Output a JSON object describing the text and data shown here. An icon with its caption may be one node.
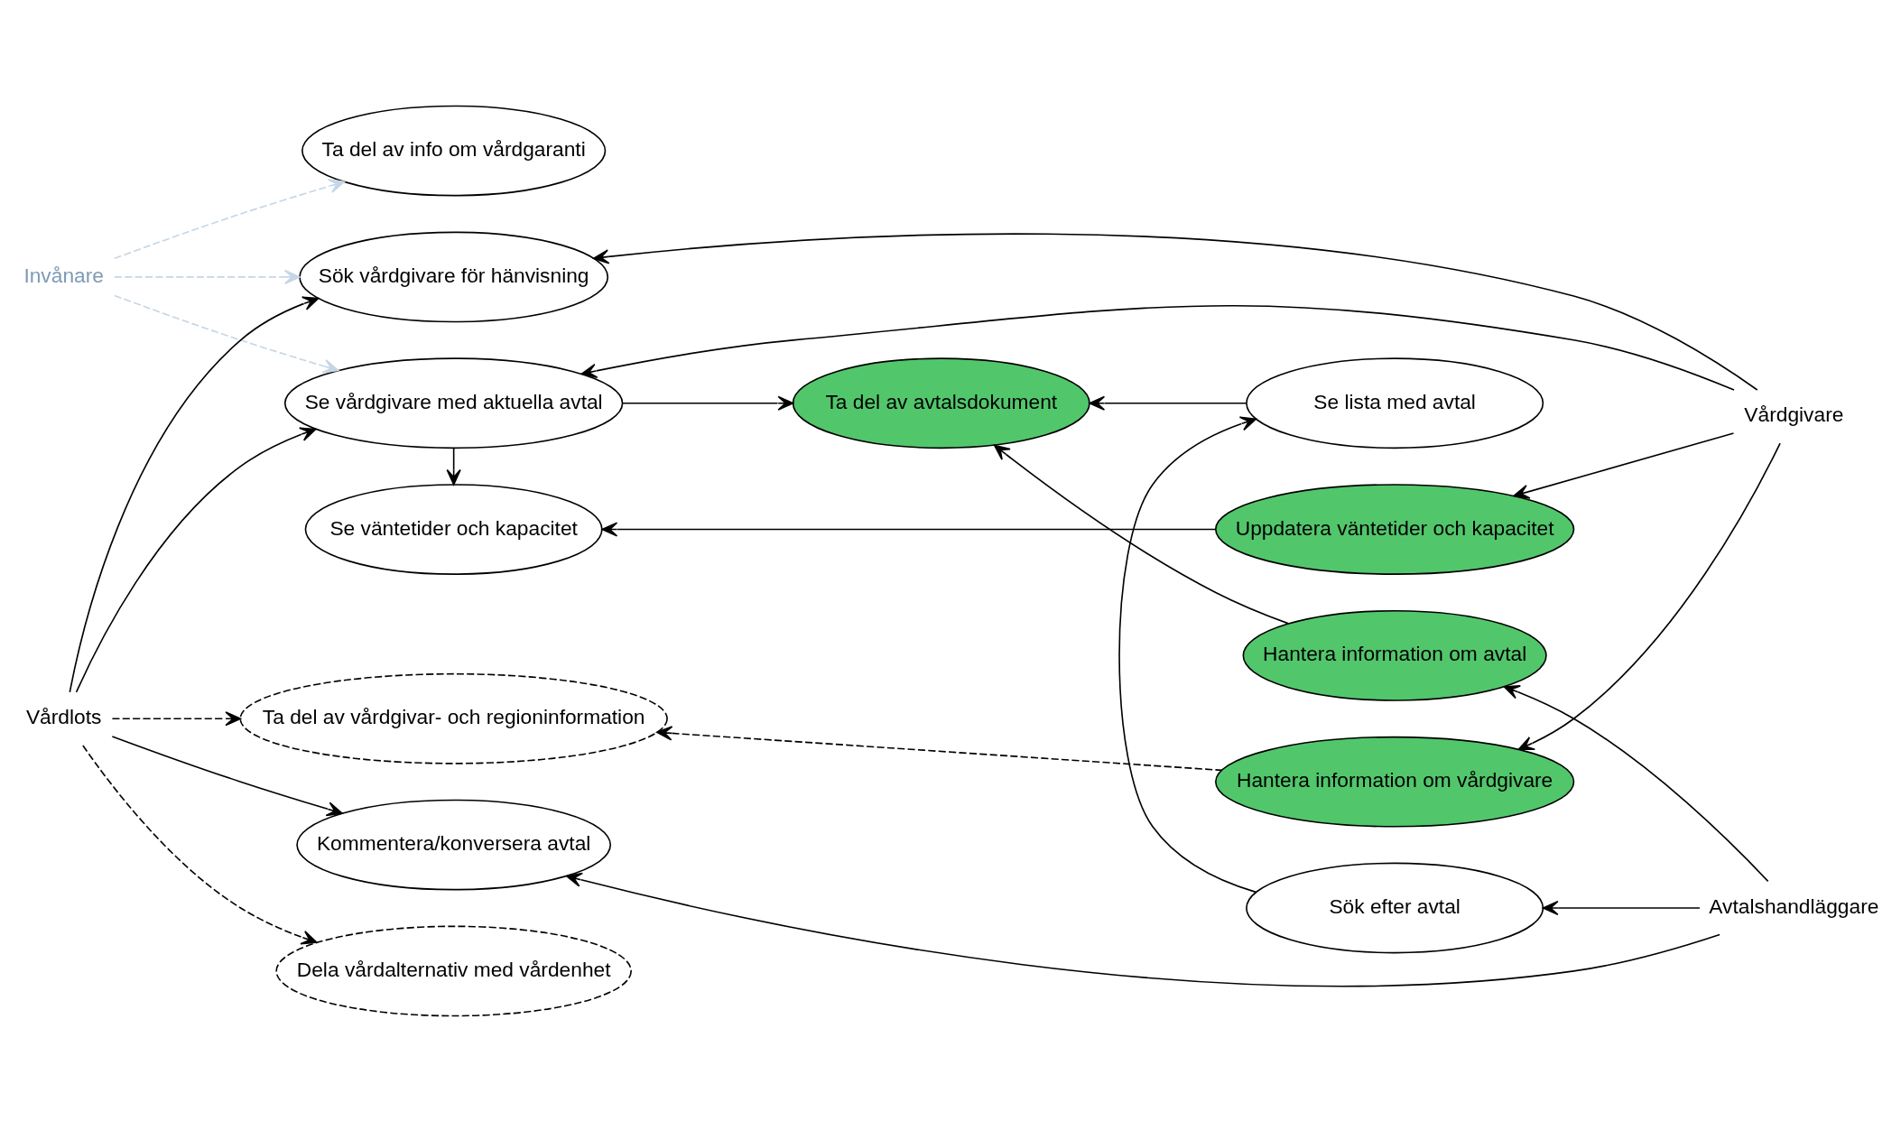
{
  "diagram": {
    "nodes": [
      {
        "text": [
          "Invånare"
        ]
      },
      {
        "text": [
          "Vårdlots"
        ]
      },
      {
        "text": [
          "Avtalshandläggare"
        ]
      },
      {
        "text": [
          "Vårdgivare"
        ]
      },
      {
        "text": [
          "Ta del av info om vårdgaranti"
        ]
      },
      {
        "text": [
          "Sök vårdgivare för hänvisning"
        ]
      },
      {
        "text": [
          "Se vårdgivare med aktuella avtal"
        ]
      },
      {
        "text": [
          "Se väntetider och kapacitet"
        ]
      },
      {
        "text": [
          "Kommentera/konversera avtal"
        ]
      },
      {
        "text": [
          "Dela vårdalternativ med vårdenhet"
        ]
      },
      {
        "text": [
          "Ta del av vårdgivar- och regioninformation"
        ]
      },
      {
        "text": [
          "Ta del av avtalsdokument"
        ]
      },
      {
        "text": [
          "Hantera information om avtal"
        ]
      },
      {
        "text": [
          "Se lista med avtal"
        ]
      },
      {
        "text": [
          "Sök efter avtal"
        ]
      },
      {
        "text": [
          "Uppdatera väntetider och kapacitet"
        ]
      },
      {
        "text": [
          "Hantera information om vårdgivare"
        ]
      }
    ],
    "edges": [
      {
        "from": 0,
        "to": 4,
        "arrow": "to",
        "style": "dashed",
        "color": "#c5d6e6"
      },
      {
        "from": 0,
        "to": 5,
        "arrow": "to",
        "style": "dashed",
        "color": "#c5d6e6"
      },
      {
        "from": 0,
        "to": 6,
        "arrow": "to",
        "style": "dashed",
        "color": "#c5d6e6"
      },
      {
        "from": 1,
        "to": 5,
        "arrow": "to"
      },
      {
        "from": 1,
        "to": 6,
        "arrow": "to"
      },
      {
        "from": 1,
        "to": 8,
        "arrow": "to"
      },
      {
        "from": 1,
        "to": 9,
        "arrow": "to",
        "style": "dashed"
      },
      {
        "from": 1,
        "to": 10,
        "arrow": "to",
        "style": "dashed"
      },
      {
        "from": 6,
        "to": 7,
        "arrow": "to"
      },
      {
        "from": 6,
        "to": 11,
        "arrow": "to"
      },
      {
        "from": 12,
        "to": 11,
        "arrow": "to"
      },
      {
        "from": 13,
        "to": 11,
        "arrow": "to"
      },
      {
        "from": 14,
        "to": 13,
        "arrow": "to"
      },
      {
        "from": 2,
        "to": 12,
        "arrow": "to"
      },
      {
        "from": 2,
        "to": 14,
        "arrow": "to"
      },
      {
        "from": 2,
        "to": 8,
        "arrow": "to"
      },
      {
        "from": 3,
        "to": 5,
        "arrow": "to"
      },
      {
        "from": 3,
        "to": 6,
        "arrow": "to"
      },
      {
        "from": 3,
        "to": 15,
        "arrow": "to"
      },
      {
        "from": 3,
        "to": 16,
        "arrow": "to"
      },
      {
        "from": 15,
        "to": 7,
        "arrow": "to"
      },
      {
        "from": 16,
        "to": 10,
        "arrow": "to",
        "style": "dashed"
      }
    ]
  }
}
